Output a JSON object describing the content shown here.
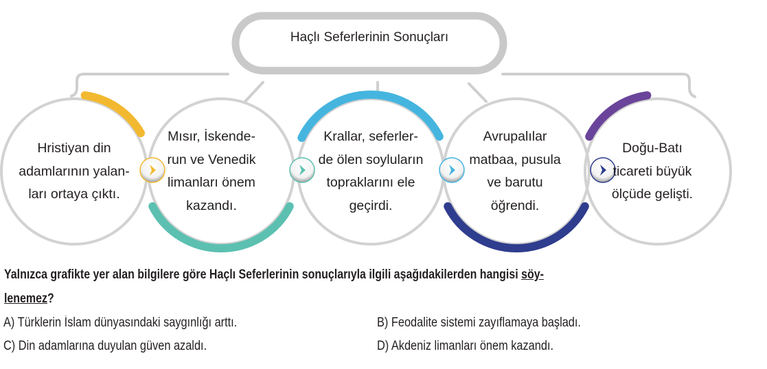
{
  "title": "Haçlı Seferlerinin Sonuçları",
  "circles": [
    {
      "lines": [
        "Hristiyan din",
        "adamlarının yalan-",
        "ları ortaya çıktı."
      ],
      "color": "#f2b930"
    },
    {
      "lines": [
        "Mısır, İskende-",
        "run ve Venedik",
        "limanları önem",
        "kazandı."
      ],
      "color": "#5cc0b1"
    },
    {
      "lines": [
        "Krallar, seferler-",
        "de ölen soyluların",
        "topraklarını ele",
        "geçirdi."
      ],
      "color": "#45b5df"
    },
    {
      "lines": [
        "Avrupalılar",
        "matbaa, pusula",
        "ve barutu",
        "öğrendi."
      ],
      "color": "#2f3d8e"
    },
    {
      "lines": [
        "Doğu-Batı",
        "ticareti büyük",
        "ölçüde gelişti."
      ],
      "color": "#6a449a"
    }
  ],
  "question": {
    "line1": "Yalnızca grafikte yer alan bilgilere göre Haçlı Seferlerinin sonuçlarıyla ilgili aşağıdakilerden hangisi ",
    "line1_underlined": "söy-",
    "line2_underlined": "lenemez",
    "line2_end": "?"
  },
  "options": {
    "a": "A) Türklerin İslam dünyasındaki saygınlığı arttı.",
    "b": "B) Feodalite sistemi zayıflamaya başladı.",
    "c": "C) Din adamlarına duyulan güven azaldı.",
    "d": "D) Akdeniz limanları önem kazandı."
  }
}
